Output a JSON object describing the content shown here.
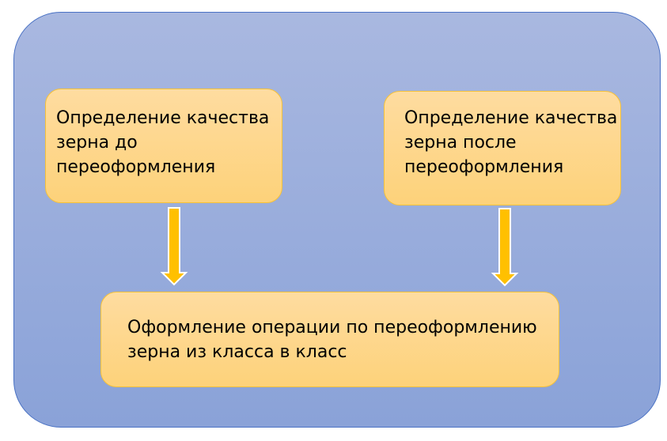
{
  "boxes": {
    "before": "Определение качества зерна до переоформления",
    "after": "Определение качества зерна после переоформления",
    "operation": "Оформление операции по переоформлению зерна из класса в класс"
  },
  "colors": {
    "panel": "#97abdc",
    "box": "#fed88f",
    "arrow": "#ffc000"
  }
}
